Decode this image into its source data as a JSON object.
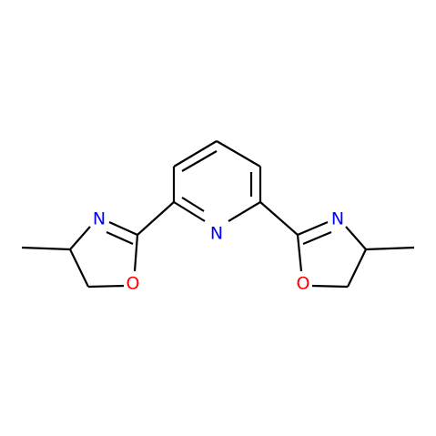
{
  "diagram": {
    "type": "chemical-structure",
    "atoms": [
      {
        "id": "N-pyridine",
        "symbol": "N",
        "color": "#0000ff"
      },
      {
        "id": "N-oxazoline-left",
        "symbol": "N",
        "color": "#0000ff"
      },
      {
        "id": "N-oxazoline-right",
        "symbol": "N",
        "color": "#0000ff"
      },
      {
        "id": "O-oxazoline-left",
        "symbol": "O",
        "color": "#ff0000"
      },
      {
        "id": "O-oxazoline-right",
        "symbol": "O",
        "color": "#ff0000"
      }
    ],
    "colors": {
      "bond": "#000000",
      "nitrogen": "#0000ff",
      "oxygen": "#ff0000",
      "background": "#ffffff"
    }
  }
}
